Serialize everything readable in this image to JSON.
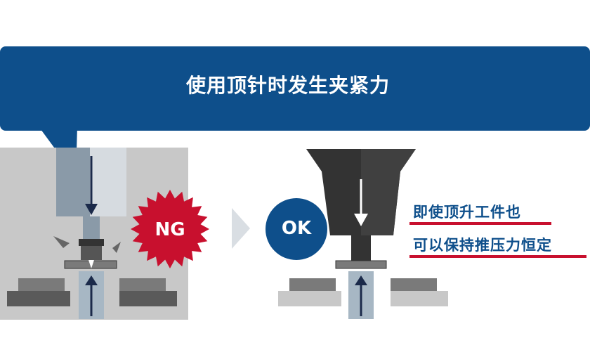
{
  "banner": {
    "title": "使用顶针时发生夹紧力"
  },
  "ng_panel": {
    "badge_label": "NG"
  },
  "ok_panel": {
    "badge_label": "OK",
    "caption_line1": "即使顶升工件也",
    "caption_line2": "可以保持推压力恒定"
  },
  "colors": {
    "banner_blue": "#0e4f8b",
    "ng_red": "#c8102e",
    "ok_blue": "#0e4f8b",
    "underline_red": "#c8102e",
    "panel_gray": "#c8c8c8",
    "dark_gray": "#3a3a3a"
  }
}
